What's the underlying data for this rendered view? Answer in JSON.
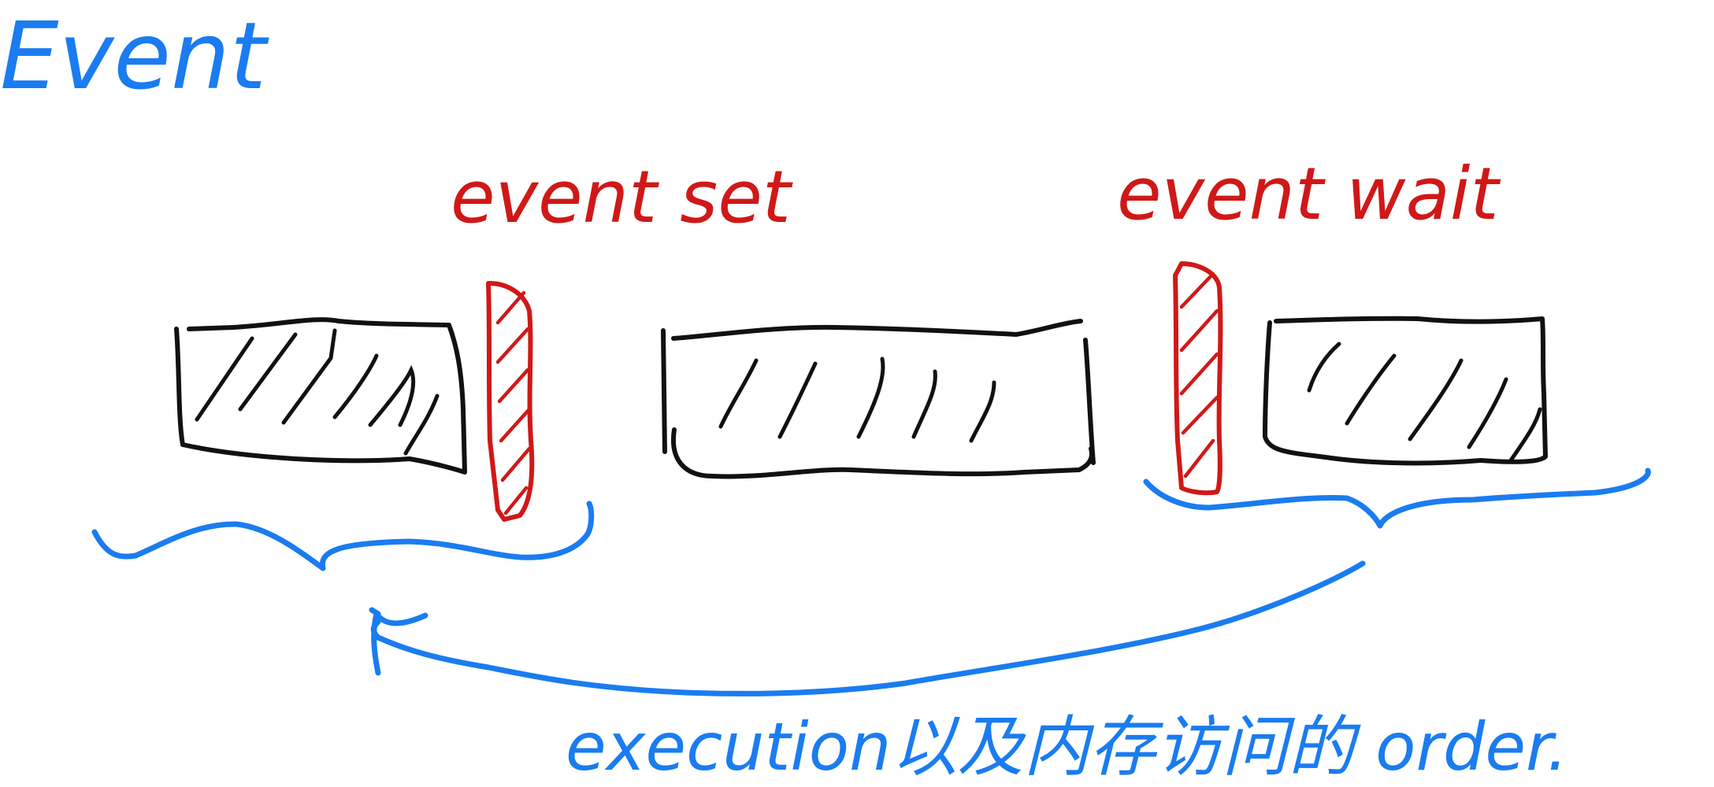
{
  "title": "Event",
  "labels": {
    "event_set": "event set",
    "event_wait": "event wait",
    "note": "execution以及内存访问的 order."
  },
  "colors": {
    "blue": "#1a7cf0",
    "red": "#d01818",
    "black": "#111111"
  }
}
